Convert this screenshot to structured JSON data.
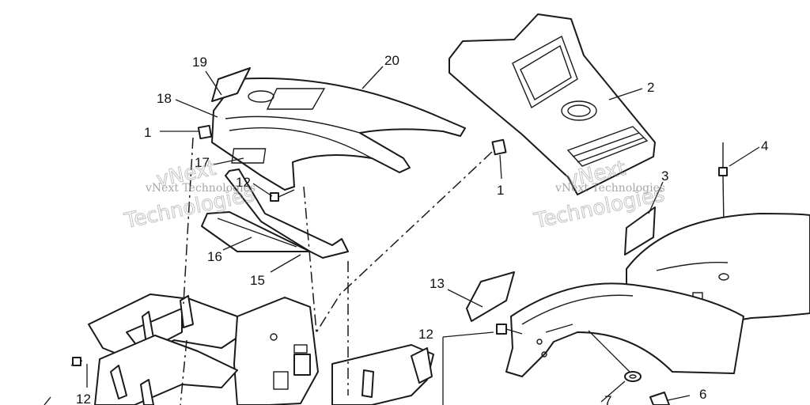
{
  "diagram": {
    "callouts": {
      "c1a": "1",
      "c1b": "1",
      "c2": "2",
      "c3": "3",
      "c4": "4",
      "c6": "6",
      "c7": "7",
      "c12a": "12",
      "c12b": "12",
      "c12c": "12",
      "c13": "13",
      "c15": "15",
      "c16": "16",
      "c17": "17",
      "c18": "18",
      "c19": "19",
      "c20": "20"
    },
    "watermark": {
      "line1": "vNext Technologies",
      "line2": "Technologies",
      "small_a": "vNext",
      "small_b": "vNext"
    }
  }
}
